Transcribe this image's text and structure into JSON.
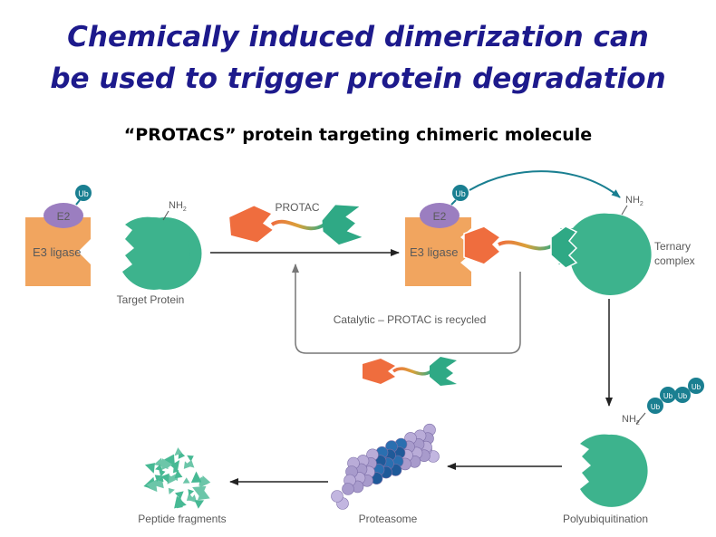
{
  "title": {
    "line1": "Chemically induced dimerization can",
    "line2": "be used to trigger protein degradation"
  },
  "subtitle": "“PROTACS” protein targeting chimeric molecule",
  "labels": {
    "e2": "E2",
    "ub": "Ub",
    "e3_ligase": "E3 ligase",
    "nh2": "NH",
    "nh2_sub": "2",
    "target_protein": "Target Protein",
    "protac": "PROTAC",
    "ternary_line1": "Ternary",
    "ternary_line2": "complex",
    "catalytic": "Catalytic – PROTAC is recycled",
    "polyubiquitination": "Polyubiquitination",
    "proteasome": "Proteasome",
    "peptide_fragments": "Peptide fragments"
  },
  "colors": {
    "title": "#1d1a8c",
    "e3": "#f1a55f",
    "e2": "#9b7ec0",
    "ub": "#1a7f91",
    "protein": "#3db38d",
    "protac_orange": "#ef6d3e",
    "protac_green": "#2fa985",
    "arrow": "#222222"
  }
}
